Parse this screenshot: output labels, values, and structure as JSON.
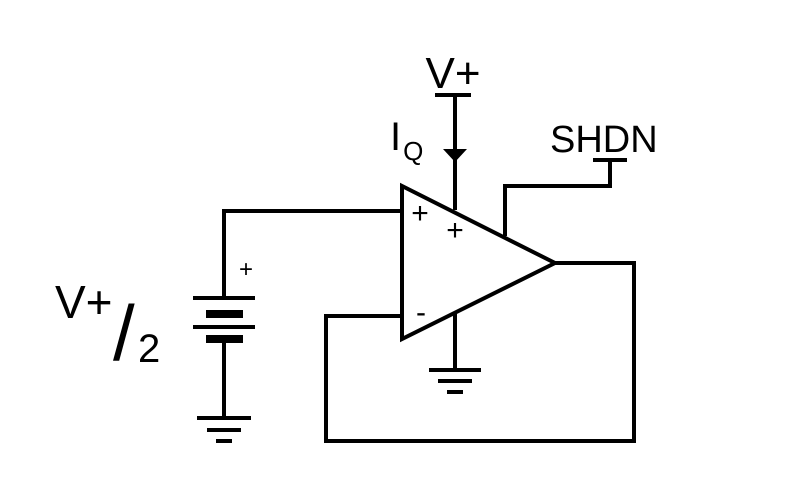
{
  "labels": {
    "supply": "V+",
    "quiescent_current": "I",
    "quiescent_current_sub": "Q",
    "shutdown": "SHDN",
    "opamp_noninverting": "+",
    "opamp_supply_pin": "+",
    "opamp_inverting": "-",
    "battery_polarity": "+",
    "half_supply_numerator": "V+",
    "half_supply_slash": "/",
    "half_supply_denominator": "2"
  },
  "colors": {
    "line": "#000000",
    "background": "#ffffff"
  }
}
